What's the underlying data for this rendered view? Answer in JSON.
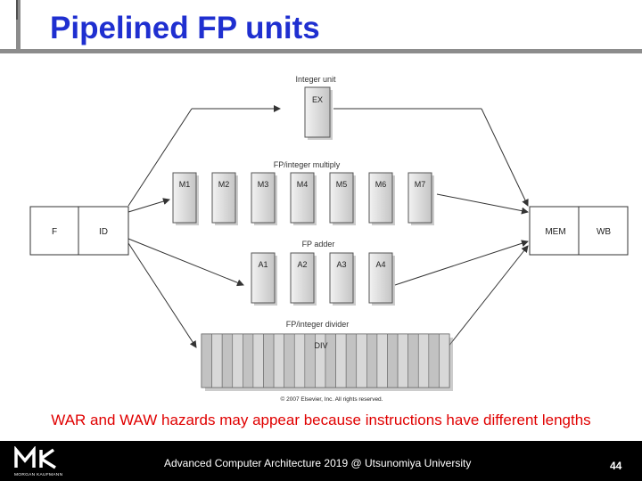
{
  "slide": {
    "title": "Pipelined FP units",
    "caption": "WAR and WAW hazards may appear because instructions have different lengths",
    "footer": "Advanced Computer Architecture 2019 @ Utsunomiya University",
    "page_number": "44",
    "logo": {
      "mark": "MK",
      "sub": "MORGAN KAUFMANN"
    }
  },
  "diagram": {
    "integer_unit_label": "Integer unit",
    "ex_label": "EX",
    "multiply_label": "FP/integer multiply",
    "multiply_stages": [
      "M1",
      "M2",
      "M3",
      "M4",
      "M5",
      "M6",
      "M7"
    ],
    "adder_label": "FP adder",
    "adder_stages": [
      "A1",
      "A2",
      "A3",
      "A4"
    ],
    "divider_label": "FP/integer divider",
    "div_label": "DIV",
    "f_label": "F",
    "id_label": "ID",
    "mem_label": "MEM",
    "wb_label": "WB",
    "copyright": "© 2007 Elsevier, Inc. All rights reserved.",
    "divider_cells": 24
  }
}
